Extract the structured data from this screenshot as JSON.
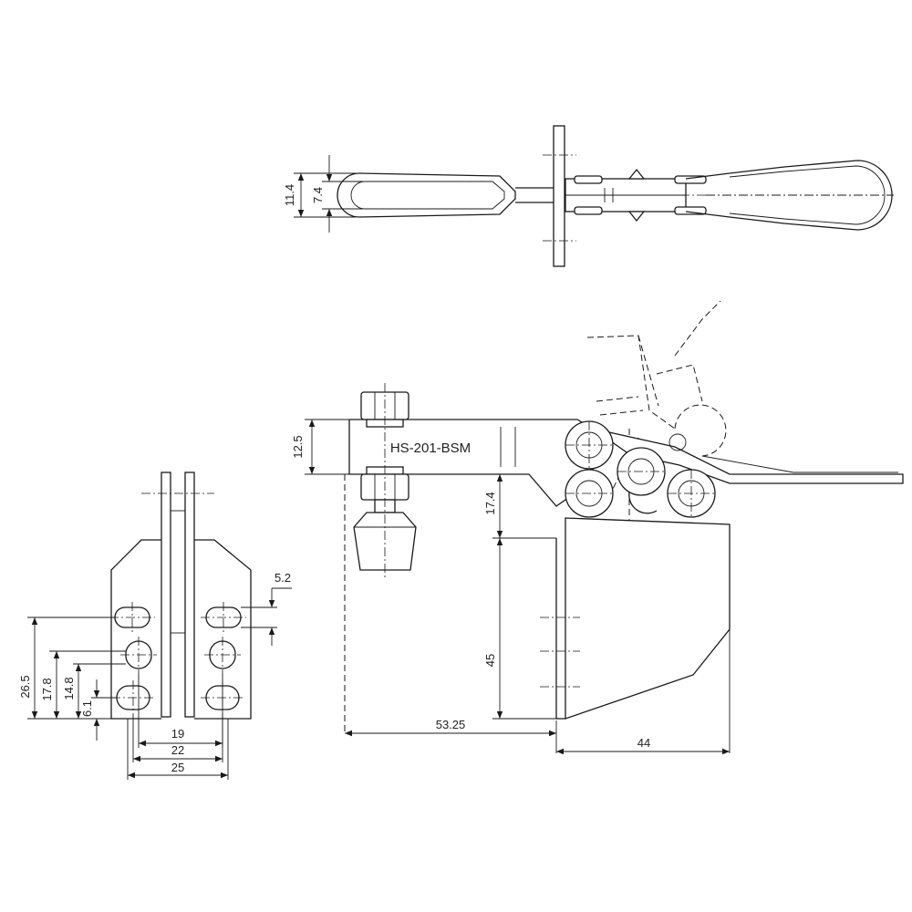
{
  "drawing": {
    "part_number": "HS-201-BSM",
    "dimensions": {
      "top_width_outer": "11.4",
      "top_width_inner": "7.4",
      "bar_height": "12.5",
      "spindle_offset": "17.4",
      "base_height": "45",
      "reach": "53.25",
      "base_length": "44",
      "slot_width": "5.2",
      "hole_height_a": "26.5",
      "hole_height_b": "17.8",
      "hole_height_c": "14.8",
      "hole_height_d": "6.1",
      "hole_span_19": "19",
      "hole_span_22": "22",
      "hole_span_25": "25"
    }
  }
}
